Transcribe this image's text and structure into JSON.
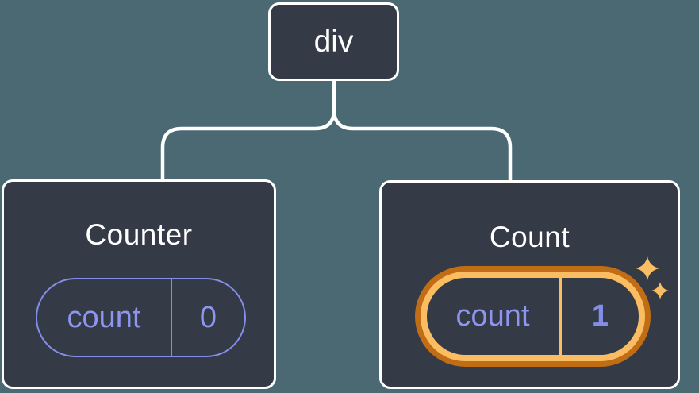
{
  "colors": {
    "canvas-bg": "#4a6972",
    "node-bg": "#343a46",
    "line": "#ffffff",
    "purple": "#848de8",
    "purple-text": "#8d95ee",
    "orange-dark": "#c06d15",
    "orange-light": "#fabd62"
  },
  "tree": {
    "root": {
      "label": "div"
    },
    "children": [
      {
        "title": "Counter",
        "state": {
          "key": "count",
          "value": "0"
        },
        "highlighted": false
      },
      {
        "title": "Count",
        "state": {
          "key": "count",
          "value": "1"
        },
        "highlighted": true
      }
    ]
  }
}
